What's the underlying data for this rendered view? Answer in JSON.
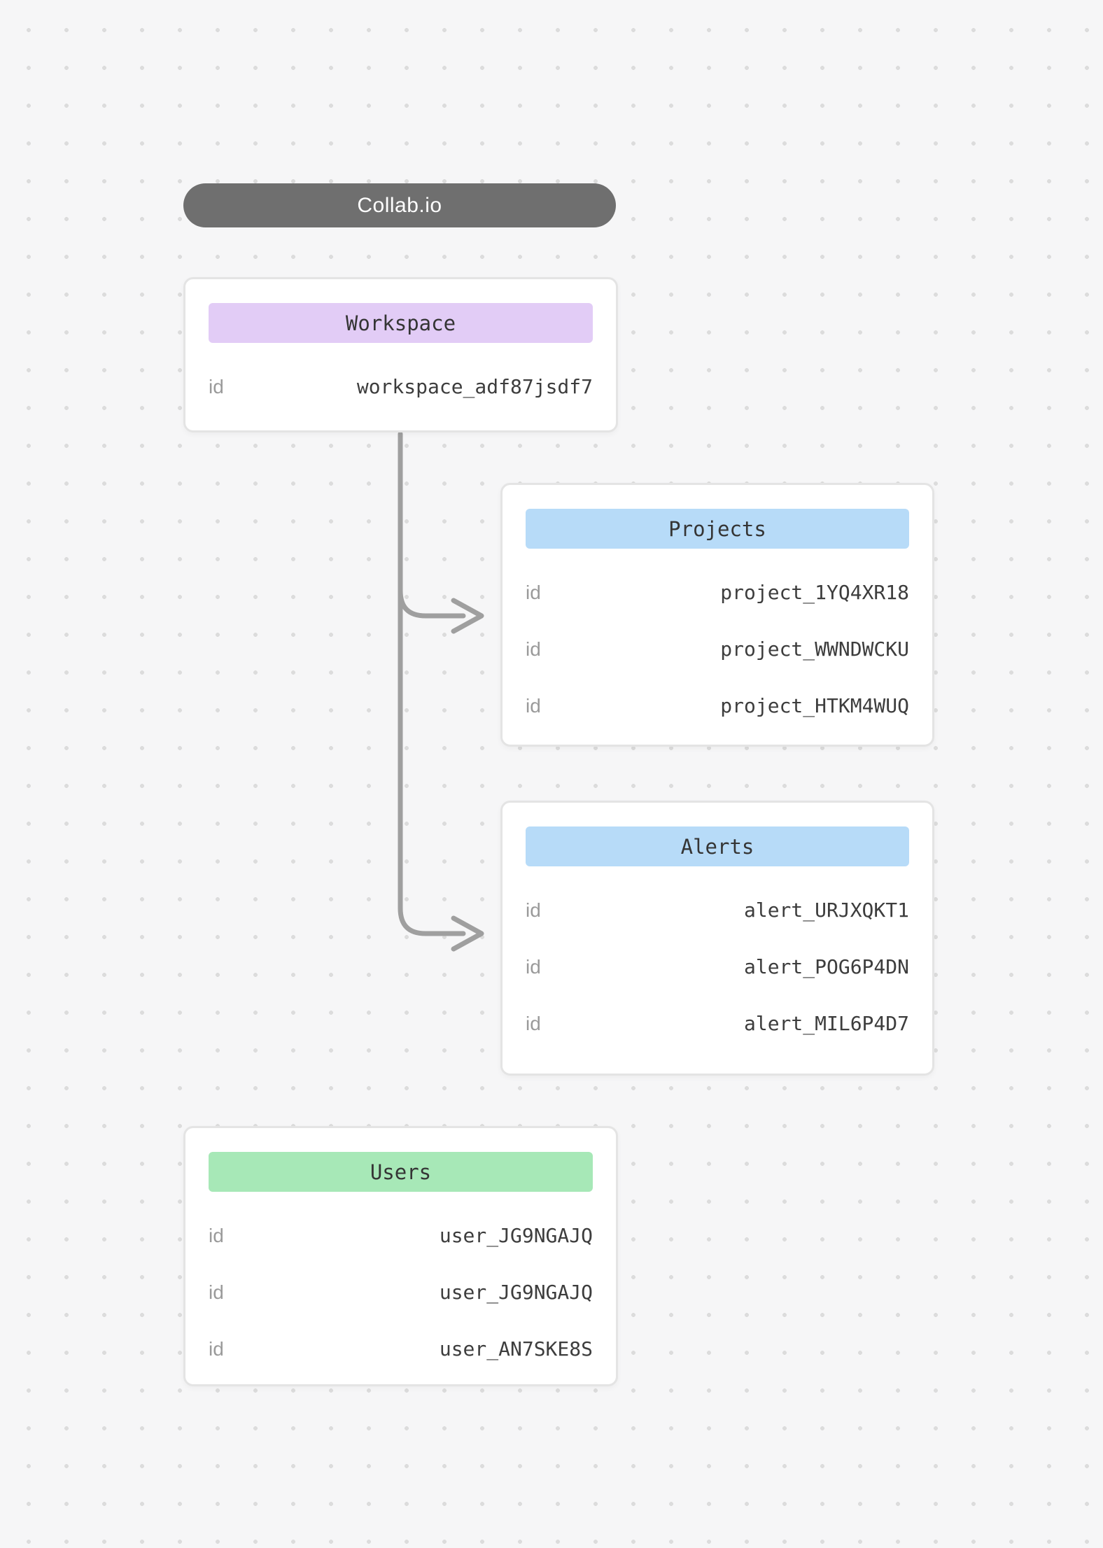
{
  "app": {
    "title": "Collab.io"
  },
  "colors": {
    "pill_bg": "#6f6f6f",
    "workspace_header": "#e2ccf6",
    "projects_header": "#b7dbf8",
    "alerts_header": "#b7dbf8",
    "users_header": "#a7e8b7",
    "connector": "#9f9f9f"
  },
  "entities": {
    "workspace": {
      "title": "Workspace",
      "rows": [
        {
          "key": "id",
          "value": "workspace_adf87jsdf7"
        }
      ]
    },
    "projects": {
      "title": "Projects",
      "rows": [
        {
          "key": "id",
          "value": "project_1YQ4XR18"
        },
        {
          "key": "id",
          "value": "project_WWNDWCKU"
        },
        {
          "key": "id",
          "value": "project_HTKM4WUQ"
        }
      ]
    },
    "alerts": {
      "title": "Alerts",
      "rows": [
        {
          "key": "id",
          "value": "alert_URJXQKT1"
        },
        {
          "key": "id",
          "value": "alert_POG6P4DN"
        },
        {
          "key": "id",
          "value": "alert_MIL6P4D7"
        }
      ]
    },
    "users": {
      "title": "Users",
      "rows": [
        {
          "key": "id",
          "value": "user_JG9NGAJQ"
        },
        {
          "key": "id",
          "value": "user_JG9NGAJQ"
        },
        {
          "key": "id",
          "value": "user_AN7SKE8S"
        }
      ]
    }
  }
}
